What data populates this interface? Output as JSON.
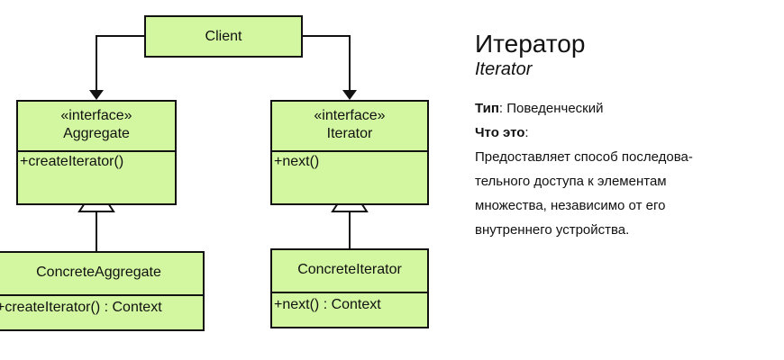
{
  "diagram": {
    "client": {
      "name": "Client"
    },
    "aggregate": {
      "stereotype": "«interface»",
      "name": "Aggregate",
      "operation": "+createIterator()"
    },
    "iterator": {
      "stereotype": "«interface»",
      "name": "Iterator",
      "operation": "+next()"
    },
    "concrete_aggregate": {
      "name": "ConcreteAggregate",
      "operation": "+createIterator() : Context"
    },
    "concrete_iterator": {
      "name": "ConcreteIterator",
      "operation": "+next() : Context"
    },
    "fill_color": "#d3f7a0"
  },
  "info": {
    "title": "Итератор",
    "subtitle": "Iterator",
    "type_label": "Тип",
    "type_value": ": Поведенческий",
    "what_label": "Что это",
    "what_colon": ":",
    "description_lines": [
      "Предоставляет способ последова-",
      "тельного доступа к элементам",
      "множества, независимо от его",
      "внутреннего устройства."
    ]
  }
}
